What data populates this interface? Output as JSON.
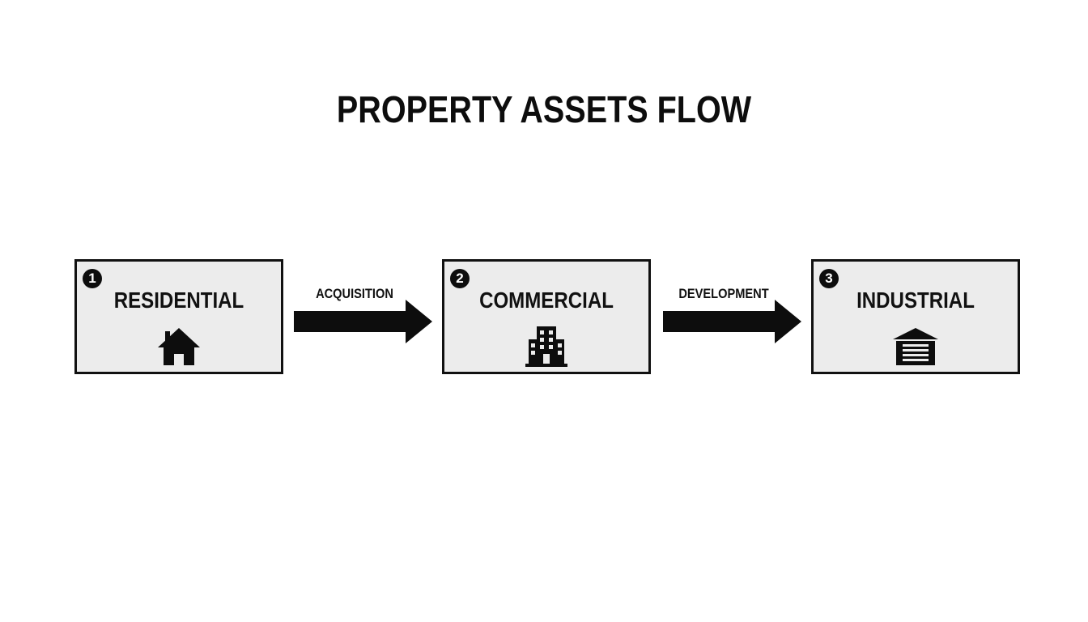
{
  "title": "PROPERTY ASSETS FLOW",
  "steps": [
    {
      "number": "1",
      "label": "RESIDENTIAL",
      "icon": "house-icon"
    },
    {
      "number": "2",
      "label": "COMMERCIAL",
      "icon": "office-building-icon"
    },
    {
      "number": "3",
      "label": "INDUSTRIAL",
      "icon": "warehouse-icon"
    }
  ],
  "connectors": [
    {
      "label": "ACQUISITION"
    },
    {
      "label": "DEVELOPMENT"
    }
  ],
  "colors": {
    "box_fill": "#ececec",
    "stroke": "#111111",
    "background": "#ffffff"
  }
}
